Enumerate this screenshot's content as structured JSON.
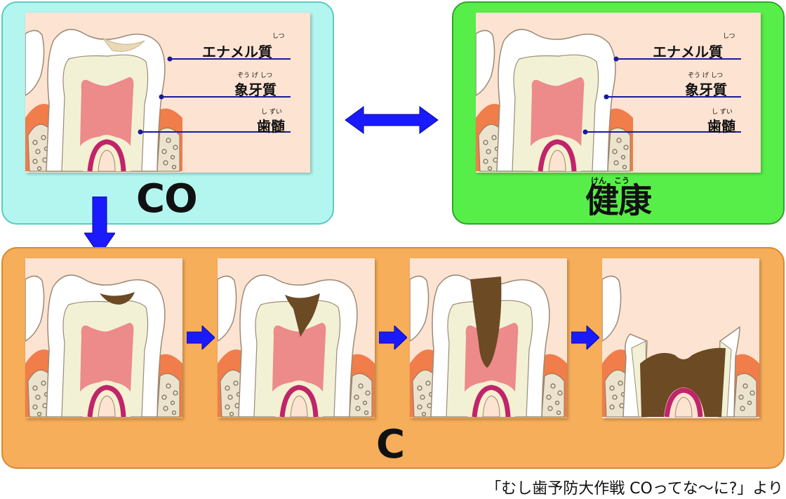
{
  "panels": {
    "co": {
      "label": "CO"
    },
    "healthy": {
      "label": "健康",
      "ruby": "けん　こう"
    },
    "c": {
      "label": "C"
    }
  },
  "layers": {
    "enamel": {
      "label": "エナメル質",
      "ruby": "しつ"
    },
    "dentin": {
      "label": "象牙質",
      "ruby": "ぞう げ しつ"
    },
    "pulp": {
      "label": "歯髄",
      "ruby": "し ずい"
    }
  },
  "caption": "「むし歯予防大作戦 COってな〜に?」より",
  "colors": {
    "co_panel": "#b3f6ef",
    "healthy_panel": "#58ee4a",
    "c_panel": "#f6ae5a",
    "arrow": "#1a1aff",
    "decay": "#6b4a24"
  },
  "icons": {
    "double_arrow": "double-arrow-icon",
    "down_arrow": "down-arrow-icon",
    "right_arrow": "right-arrow-icon"
  }
}
